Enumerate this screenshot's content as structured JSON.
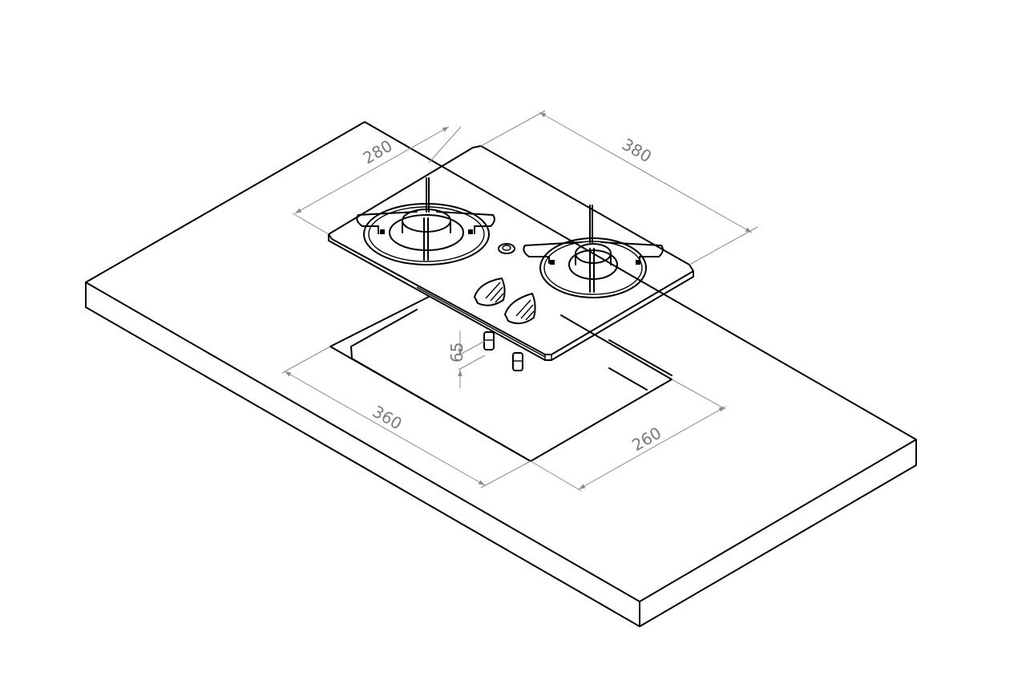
{
  "drawing": {
    "title": "Two-burner gas hob installation diagram (isometric)",
    "view": "isometric",
    "background": "#ffffff",
    "line_color": "#000000",
    "dimension_color": "#8a8a8a"
  },
  "dimensions": {
    "hob_depth": {
      "value": "280",
      "unit": "mm"
    },
    "hob_width": {
      "value": "380",
      "unit": "mm"
    },
    "cutout_width": {
      "value": "360",
      "unit": "mm"
    },
    "cutout_depth": {
      "value": "260",
      "unit": "mm"
    },
    "below_depth": {
      "value": "65",
      "unit": "mm"
    }
  },
  "components": {
    "countertop": "countertop slab",
    "hob": "glass/steel hob top",
    "burners": [
      "left burner",
      "right burner"
    ],
    "knobs": [
      "left knob",
      "right knob"
    ],
    "igniter": "igniter",
    "gas_connectors": [
      "connector 1",
      "connector 2"
    ],
    "cutout": "countertop cutout"
  }
}
